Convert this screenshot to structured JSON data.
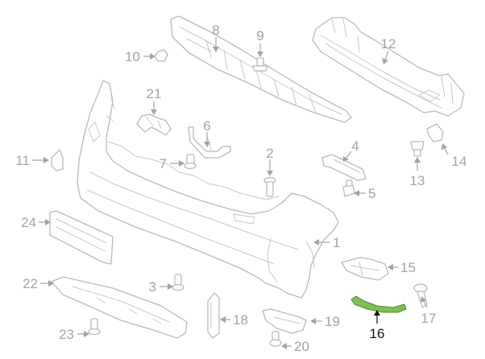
{
  "highlight_color": "#7fbf55",
  "label_color": "#a3a3a3",
  "highlight_label_color": "#111111",
  "callouts": [
    {
      "id": "c1",
      "text": "1",
      "highlight": false
    },
    {
      "id": "c2",
      "text": "2",
      "highlight": false
    },
    {
      "id": "c3",
      "text": "3",
      "highlight": false
    },
    {
      "id": "c4",
      "text": "4",
      "highlight": false
    },
    {
      "id": "c5",
      "text": "5",
      "highlight": false
    },
    {
      "id": "c6",
      "text": "6",
      "highlight": false
    },
    {
      "id": "c7",
      "text": "7",
      "highlight": false
    },
    {
      "id": "c8",
      "text": "8",
      "highlight": false
    },
    {
      "id": "c9",
      "text": "9",
      "highlight": false
    },
    {
      "id": "c10",
      "text": "10",
      "highlight": false
    },
    {
      "id": "c11",
      "text": "11",
      "highlight": false
    },
    {
      "id": "c12",
      "text": "12",
      "highlight": true
    },
    {
      "id": "c13",
      "text": "13",
      "highlight": false
    },
    {
      "id": "c14",
      "text": "14",
      "highlight": false
    },
    {
      "id": "c15",
      "text": "15",
      "highlight": false
    },
    {
      "id": "c16",
      "text": "16",
      "highlight": true
    },
    {
      "id": "c17",
      "text": "17",
      "highlight": false
    },
    {
      "id": "c18",
      "text": "18",
      "highlight": false
    },
    {
      "id": "c19",
      "text": "19",
      "highlight": false
    },
    {
      "id": "c20",
      "text": "20",
      "highlight": false
    },
    {
      "id": "c21",
      "text": "21",
      "highlight": false
    },
    {
      "id": "c22",
      "text": "22",
      "highlight": false
    },
    {
      "id": "c23",
      "text": "23",
      "highlight": false
    },
    {
      "id": "c24",
      "text": "24",
      "highlight": false
    }
  ]
}
